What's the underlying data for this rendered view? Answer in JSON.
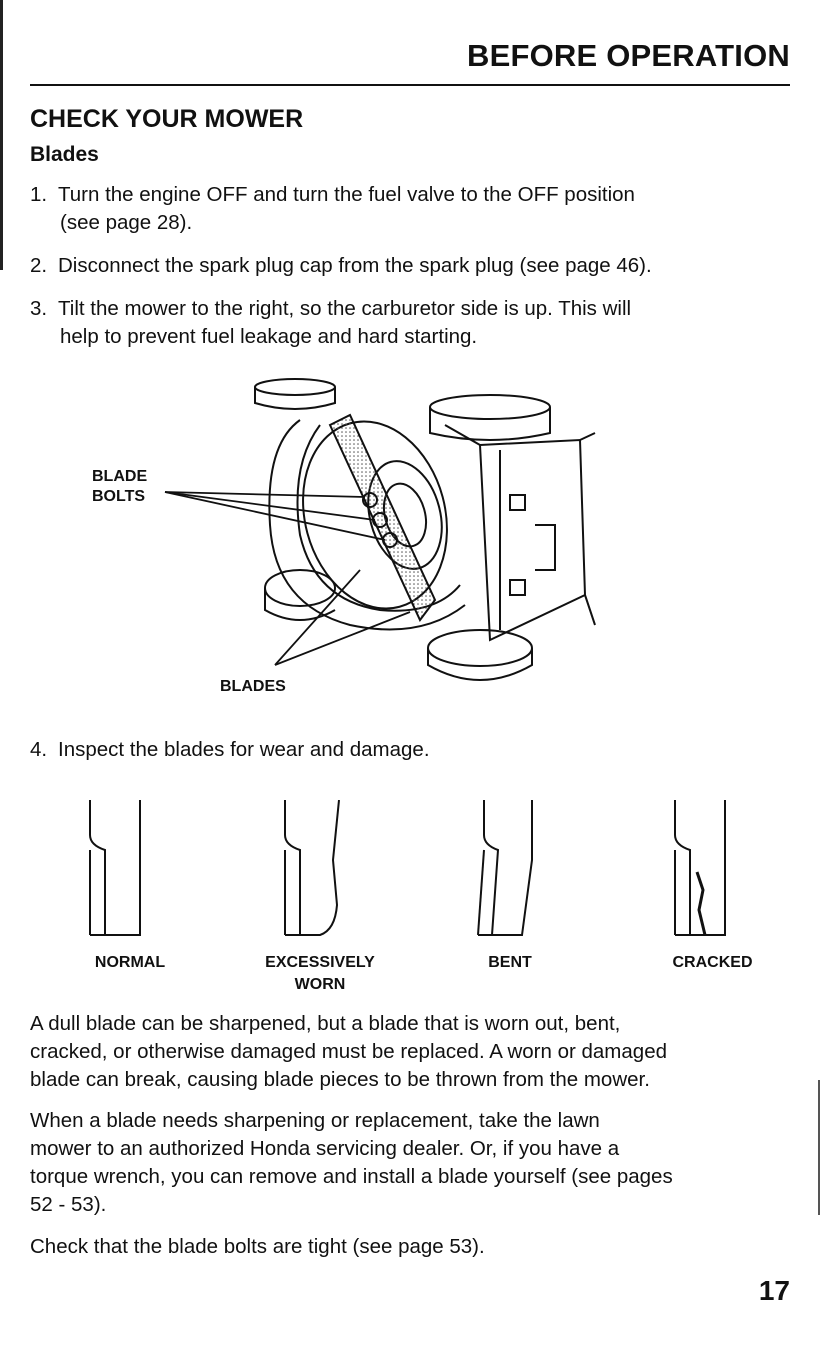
{
  "header": {
    "section": "BEFORE OPERATION"
  },
  "heading": "CHECK YOUR MOWER",
  "subheading": "Blades",
  "steps": [
    {
      "num": "1.",
      "line1": "Turn the engine OFF and turn the fuel valve to the OFF position",
      "line2": "(see page 28)."
    },
    {
      "num": "2.",
      "line1": "Disconnect the spark plug cap from the spark plug (see page 46).",
      "line2": ""
    },
    {
      "num": "3.",
      "line1": "Tilt the mower to the right, so the carburetor side is up. This will",
      "line2": "help to prevent fuel leakage and hard starting."
    },
    {
      "num": "4.",
      "line1": "Inspect the blades for wear and damage.",
      "line2": ""
    }
  ],
  "figure": {
    "callout_bolts_1": "BLADE",
    "callout_bolts_2": "BOLTS",
    "callout_blades": "BLADES"
  },
  "conditions": [
    {
      "line1": "NORMAL",
      "line2": ""
    },
    {
      "line1": "EXCESSIVELY",
      "line2": "WORN"
    },
    {
      "line1": "BENT",
      "line2": ""
    },
    {
      "line1": "CRACKED",
      "line2": ""
    }
  ],
  "paragraphs": [
    {
      "l1": "A dull blade can be sharpened, but a blade that is worn out, bent,",
      "l2": "cracked, or otherwise damaged must be replaced. A worn or damaged",
      "l3": "blade can break, causing blade pieces to be thrown from the mower.",
      "l4": ""
    },
    {
      "l1": "When a blade needs sharpening or replacement, take the lawn",
      "l2": "mower to an authorized Honda servicing dealer. Or, if you have a",
      "l3": "torque wrench, you can remove and install a blade yourself (see pages",
      "l4": "52 - 53)."
    },
    {
      "l1": "Check that the blade bolts are tight (see page 53).",
      "l2": "",
      "l3": "",
      "l4": ""
    }
  ],
  "page_number": "17"
}
